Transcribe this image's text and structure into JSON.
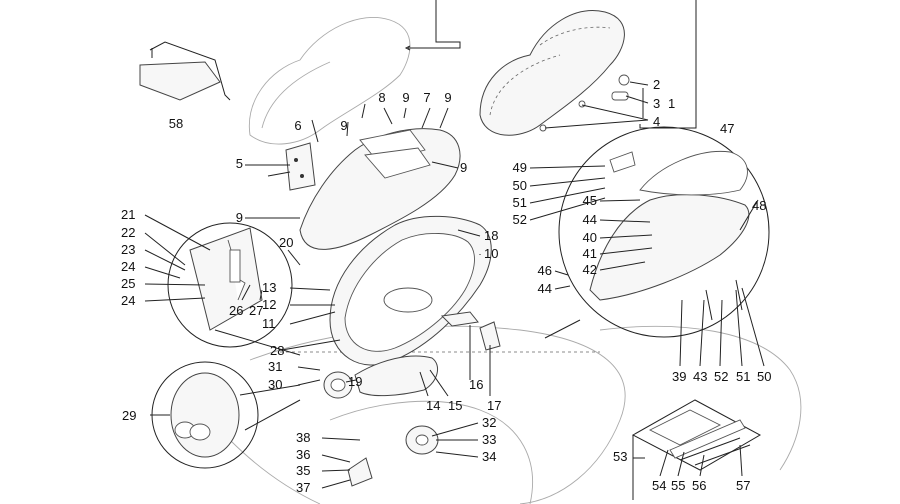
{
  "labels": [
    "58",
    "5",
    "6",
    "9",
    "8",
    "9",
    "7",
    "9",
    "9",
    "9",
    "2",
    "3",
    "1",
    "4",
    "47",
    "49",
    "50",
    "51",
    "52",
    "45",
    "44",
    "40",
    "41",
    "42",
    "46",
    "44",
    "48",
    "21",
    "22",
    "23",
    "24",
    "25",
    "24",
    "20",
    "26",
    "27",
    "13",
    "12",
    "11",
    "18",
    "10",
    "28",
    "31",
    "30",
    "19",
    "14",
    "15",
    "16",
    "17",
    "29",
    "38",
    "36",
    "35",
    "37",
    "32",
    "33",
    "34",
    "39",
    "43",
    "52",
    "51",
    "50",
    "53",
    "54",
    "55",
    "56",
    "57"
  ]
}
